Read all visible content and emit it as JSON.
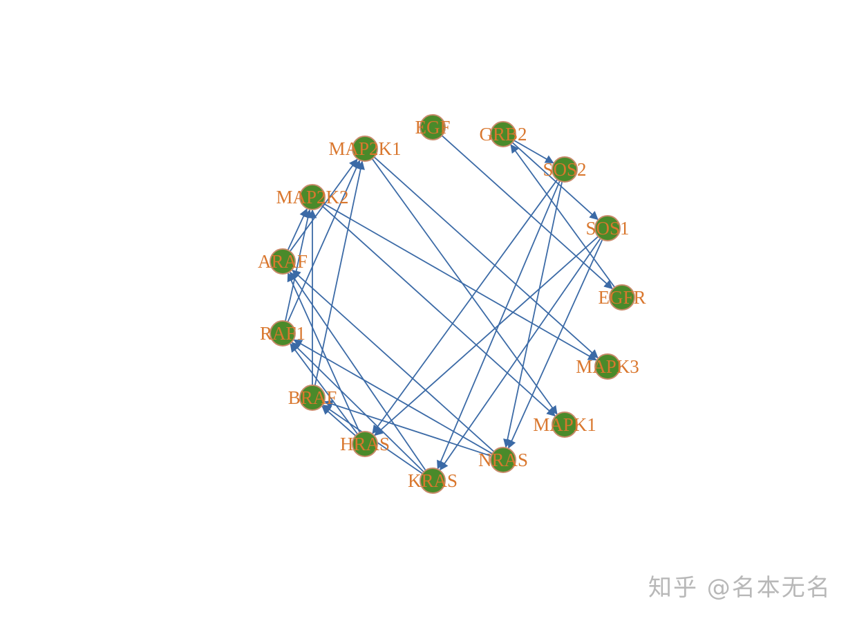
{
  "network": {
    "nodes": [
      {
        "id": "EGF",
        "label": "EGF"
      },
      {
        "id": "GRB2",
        "label": "GRB2"
      },
      {
        "id": "SOS2",
        "label": "SOS2"
      },
      {
        "id": "SOS1",
        "label": "SOS1"
      },
      {
        "id": "EGFR",
        "label": "EGFR"
      },
      {
        "id": "MAPK3",
        "label": "MAPK3"
      },
      {
        "id": "MAPK1",
        "label": "MAPK1"
      },
      {
        "id": "NRAS",
        "label": "NRAS"
      },
      {
        "id": "KRAS",
        "label": "KRAS"
      },
      {
        "id": "HRAS",
        "label": "HRAS"
      },
      {
        "id": "BRAF",
        "label": "BRAF"
      },
      {
        "id": "RAF1",
        "label": "RAF1"
      },
      {
        "id": "ARAF",
        "label": "ARAF"
      },
      {
        "id": "MAP2K2",
        "label": "MAP2K2"
      },
      {
        "id": "MAP2K1",
        "label": "MAP2K1"
      }
    ],
    "edges": [
      {
        "from": "EGF",
        "to": "EGFR"
      },
      {
        "from": "EGFR",
        "to": "GRB2"
      },
      {
        "from": "GRB2",
        "to": "SOS2"
      },
      {
        "from": "GRB2",
        "to": "SOS1"
      },
      {
        "from": "SOS2",
        "to": "HRAS"
      },
      {
        "from": "SOS2",
        "to": "KRAS"
      },
      {
        "from": "SOS2",
        "to": "NRAS"
      },
      {
        "from": "SOS1",
        "to": "HRAS"
      },
      {
        "from": "SOS1",
        "to": "KRAS"
      },
      {
        "from": "SOS1",
        "to": "NRAS"
      },
      {
        "from": "HRAS",
        "to": "ARAF"
      },
      {
        "from": "HRAS",
        "to": "RAF1"
      },
      {
        "from": "HRAS",
        "to": "BRAF"
      },
      {
        "from": "KRAS",
        "to": "ARAF"
      },
      {
        "from": "KRAS",
        "to": "RAF1"
      },
      {
        "from": "KRAS",
        "to": "BRAF"
      },
      {
        "from": "NRAS",
        "to": "ARAF"
      },
      {
        "from": "NRAS",
        "to": "RAF1"
      },
      {
        "from": "NRAS",
        "to": "BRAF"
      },
      {
        "from": "ARAF",
        "to": "MAP2K1"
      },
      {
        "from": "ARAF",
        "to": "MAP2K2"
      },
      {
        "from": "RAF1",
        "to": "MAP2K1"
      },
      {
        "from": "RAF1",
        "to": "MAP2K2"
      },
      {
        "from": "BRAF",
        "to": "MAP2K1"
      },
      {
        "from": "BRAF",
        "to": "MAP2K2"
      },
      {
        "from": "MAP2K1",
        "to": "MAPK1"
      },
      {
        "from": "MAP2K1",
        "to": "MAPK3"
      },
      {
        "from": "MAP2K2",
        "to": "MAPK1"
      },
      {
        "from": "MAP2K2",
        "to": "MAPK3"
      }
    ]
  },
  "colors": {
    "node_fill": "#4a8a2a",
    "node_stroke": "#c98a6a",
    "edge": "#3b6aa6",
    "label": "#d9772e",
    "watermark": "#b8b8b8"
  },
  "watermark": "知乎 @名本无名"
}
